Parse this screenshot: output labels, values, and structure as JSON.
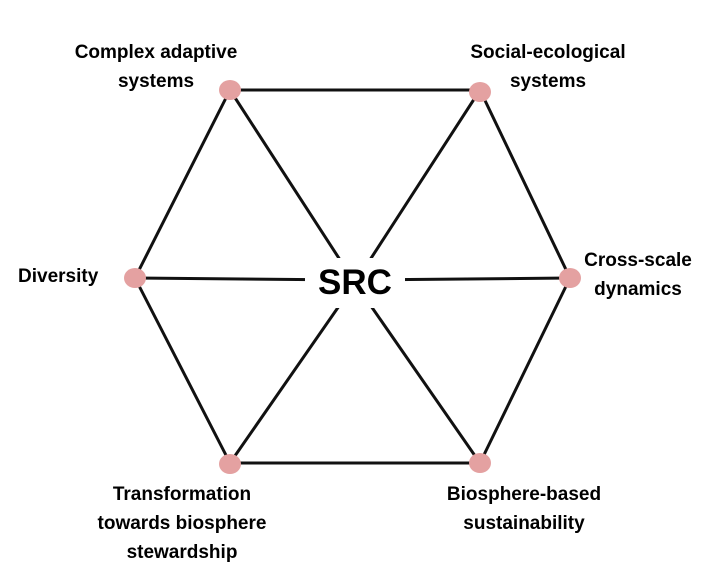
{
  "diagram": {
    "center_label": "SRC",
    "node_color": "#e4a1a1",
    "line_color": "#111111",
    "nodes": [
      {
        "id": "complex-adaptive-systems",
        "lines": [
          "Complex adaptive",
          "systems"
        ]
      },
      {
        "id": "social-ecological-systems",
        "lines": [
          "Social-ecological",
          "systems"
        ]
      },
      {
        "id": "cross-scale-dynamics",
        "lines": [
          "Cross-scale",
          "dynamics"
        ]
      },
      {
        "id": "biosphere-based-sustainability",
        "lines": [
          "Biosphere-based",
          "sustainability"
        ]
      },
      {
        "id": "transformation",
        "lines": [
          "Transformation",
          "towards biosphere",
          "stewardship"
        ]
      },
      {
        "id": "diversity",
        "lines": [
          "Diversity"
        ]
      }
    ]
  }
}
